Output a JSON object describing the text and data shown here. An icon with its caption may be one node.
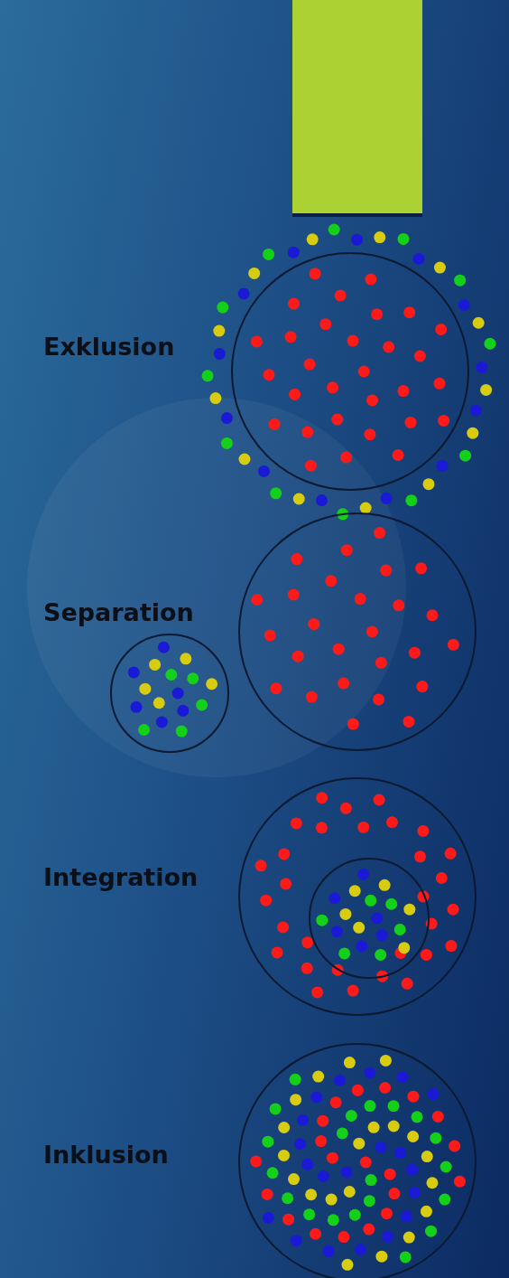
{
  "diagram": {
    "nodes": [
      {
        "text": [],
        "shape": "bar"
      },
      {
        "text": [],
        "shape": "circle",
        "beside": [
          "Exklusion"
        ]
      },
      {
        "text": [],
        "shape": "circle"
      },
      {
        "text": [],
        "shape": "circle"
      },
      {
        "text": [],
        "shape": "circle",
        "beside": [
          "Integration"
        ]
      },
      {
        "text": [],
        "shape": "circle",
        "in": 4
      },
      {
        "text": [],
        "shape": "circle",
        "beside": [
          "Inklusion"
        ]
      }
    ],
    "labels": [
      "Separation"
    ]
  }
}
